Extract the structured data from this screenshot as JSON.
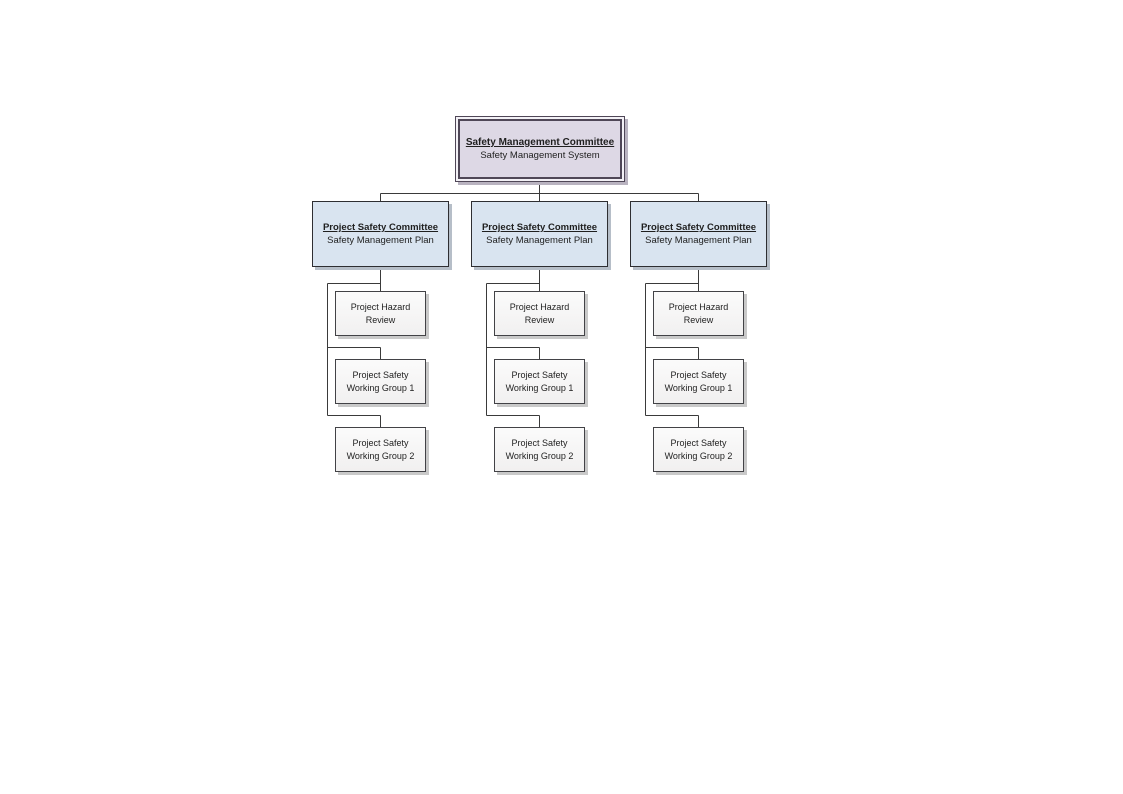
{
  "org_chart": {
    "root": {
      "title": "Safety Management Committee",
      "subtitle": "Safety Management System"
    },
    "branches": [
      {
        "title": "Project Safety Committee",
        "subtitle": "Safety Management Plan",
        "children": [
          {
            "label": "Project Hazard Review"
          },
          {
            "label": "Project Safety Working Group 1"
          },
          {
            "label": "Project Safety Working Group 2"
          }
        ]
      },
      {
        "title": "Project Safety Committee",
        "subtitle": "Safety Management Plan",
        "children": [
          {
            "label": "Project Hazard Review"
          },
          {
            "label": "Project Safety Working Group 1"
          },
          {
            "label": "Project Safety Working Group 2"
          }
        ]
      },
      {
        "title": "Project Safety Committee",
        "subtitle": "Safety Management Plan",
        "children": [
          {
            "label": "Project Hazard Review"
          },
          {
            "label": "Project Safety Working Group 1"
          },
          {
            "label": "Project Safety Working Group 2"
          }
        ]
      }
    ]
  },
  "colors": {
    "root_fill": "#ddd8e5",
    "root_border": "#4f4757",
    "committee_fill": "#d9e4f0",
    "committee_border": "#2e2e32",
    "child_border": "#424246",
    "line": "#3a3a3a"
  }
}
